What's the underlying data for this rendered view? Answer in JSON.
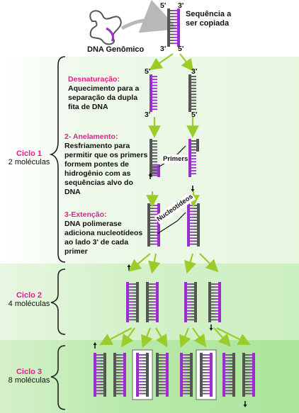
{
  "top": {
    "genomic_label": "DNA Genômico",
    "target_label": "Sequência a ser copiada",
    "end_top_left": "5'",
    "end_top_right": "3'",
    "end_bottom_left": "3'",
    "end_bottom_right": "5'"
  },
  "cycles": [
    {
      "name": "Ciclo 1",
      "molecules": "2 moléculas"
    },
    {
      "name": "Ciclo 2",
      "molecules": "4 moléculas"
    },
    {
      "name": "Ciclo 3",
      "molecules": "8 moléculas"
    }
  ],
  "steps": [
    {
      "title": "Desnaturação:",
      "text": "Aquecimento para a separação da dupla fita de DNA"
    },
    {
      "title": "2- Anelamento:",
      "text": "Resfriamento para permitir que os primers formem pontes de hidrogênio com as sequências alvo do DNA"
    },
    {
      "title": "3-Extenção:",
      "text": "DNA polimerase adiciona nucleotídeos ao lado 3' de cada primer"
    }
  ],
  "labels": {
    "primers": "Primers",
    "nucleotides": "Nucleotídeos",
    "den_end_5_left": "5'",
    "den_end_3_right": "3'",
    "den_end_3_left": "3'",
    "den_end_5_right": "5'"
  },
  "colors": {
    "strand_purple": "#9b2fc9",
    "strand_gray": "#555555",
    "arrow_green": "#9ccc2a",
    "cycle_pink": "#e0208c"
  }
}
